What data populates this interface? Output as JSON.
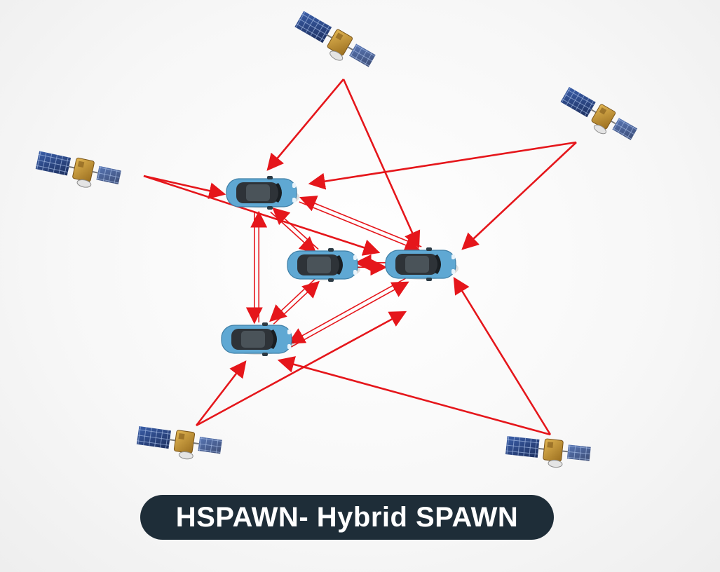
{
  "diagram": {
    "caption": "HSPAWN- Hybrid SPAWN",
    "colors": {
      "link": "#e5161b",
      "car_body": "#5fa8d3",
      "car_roof": "#2e3338",
      "panel": "#243a6e",
      "satellite_body": "#c9962e",
      "caption_bg": "#1e2d38",
      "caption_text": "#ffffff"
    },
    "satellites": [
      {
        "id": "sat-top"
      },
      {
        "id": "sat-left"
      },
      {
        "id": "sat-right"
      },
      {
        "id": "sat-bottom-left"
      },
      {
        "id": "sat-bottom-right"
      }
    ],
    "vehicles": [
      {
        "id": "car-top-left"
      },
      {
        "id": "car-center"
      },
      {
        "id": "car-right"
      },
      {
        "id": "car-bottom-left"
      }
    ],
    "satellite_links": [
      {
        "from": "sat-top",
        "to": "car-top-left"
      },
      {
        "from": "sat-top",
        "to": "car-right"
      },
      {
        "from": "sat-left",
        "to": "car-top-left"
      },
      {
        "from": "sat-left",
        "to": "car-right"
      },
      {
        "from": "sat-right",
        "to": "car-top-left"
      },
      {
        "from": "sat-right",
        "to": "car-right"
      },
      {
        "from": "sat-bottom-left",
        "to": "car-bottom-left"
      },
      {
        "from": "sat-bottom-left",
        "to": "car-right"
      },
      {
        "from": "sat-bottom-right",
        "to": "car-bottom-left"
      },
      {
        "from": "sat-bottom-right",
        "to": "car-right"
      }
    ],
    "vehicle_links": [
      {
        "a": "car-top-left",
        "b": "car-right"
      },
      {
        "a": "car-top-left",
        "b": "car-center"
      },
      {
        "a": "car-top-left",
        "b": "car-bottom-left"
      },
      {
        "a": "car-center",
        "b": "car-right"
      },
      {
        "a": "car-center",
        "b": "car-bottom-left"
      },
      {
        "a": "car-bottom-left",
        "b": "car-right"
      }
    ]
  }
}
